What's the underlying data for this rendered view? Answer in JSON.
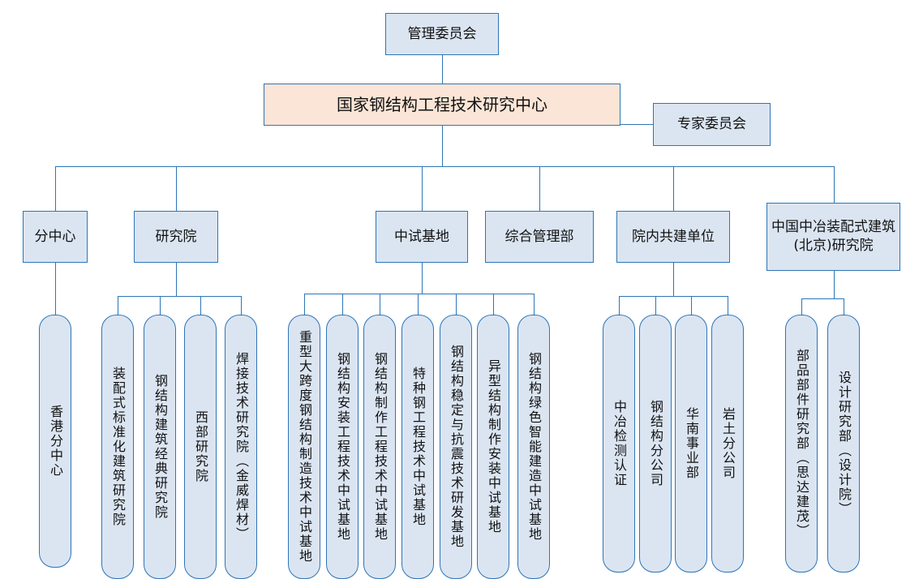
{
  "colors": {
    "node_fill": "#dbe5f2",
    "node_border": "#2e75b6",
    "root_fill": "#fbe5d6",
    "line": "#2e75b6",
    "text": "#111111"
  },
  "top": {
    "management_committee": "管理委员会",
    "root": "国家钢结构工程技术研究中心",
    "expert_committee": "专家委员会"
  },
  "branches": [
    {
      "label": "分中心",
      "children": [
        "香港分中心"
      ]
    },
    {
      "label": "研究院",
      "children": [
        "装配式标准化建筑研究院",
        "钢结构建筑经典研究院",
        "西部研究院",
        "焊接技术研究院（金威焊材）"
      ]
    },
    {
      "label": "中试基地",
      "children": [
        "重型大跨度钢结构制造技术中试基地",
        "钢结构安装工程技术中试基地",
        "钢结构制作工程技术中试基地",
        "特种钢工程技术中试基地",
        "钢结构稳定与抗震技术研发基地",
        "异型结构制作安装中试基地",
        "钢结构绿色智能建造中试基地"
      ]
    },
    {
      "label": "综合管理部",
      "children": []
    },
    {
      "label": "院内共建单位",
      "children": [
        "中冶检测认证",
        "钢结构分公司",
        "华南事业部",
        "岩土分公司"
      ]
    },
    {
      "label": "中国中冶装配式建筑(北京)研究院",
      "children": [
        "部品部件研究部（思达建茂）",
        "设计研究部（设计院）"
      ]
    }
  ]
}
